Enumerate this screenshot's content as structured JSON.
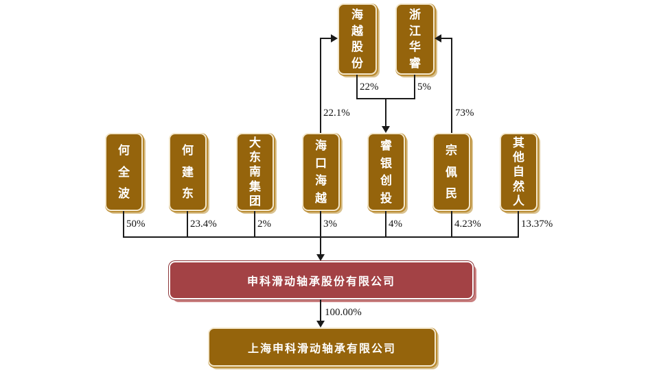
{
  "boxes": {
    "top": [
      {
        "label": "海越股份"
      },
      {
        "label": "浙江华睿"
      }
    ],
    "shareholders": [
      {
        "label": "何全波",
        "percent": "50%"
      },
      {
        "label": "何建东",
        "percent": "23.4%"
      },
      {
        "label": "大东南集团",
        "percent": "2%"
      },
      {
        "label": "海口海越",
        "percent": "3%"
      },
      {
        "label": "睿银创投",
        "percent": "4%"
      },
      {
        "label": "宗佩民",
        "percent": "4.23%"
      },
      {
        "label": "其他自然人",
        "percent": "13.37%"
      }
    ],
    "parent": {
      "label": "申科滑动轴承股份有限公司"
    },
    "subsidiary": {
      "label": "上海申科滑动轴承有限公司"
    }
  },
  "edges": {
    "haiyue_in_ruiyin": "22%",
    "zhejiang_in_ruiyin": "5%",
    "haikou_in_haiyue": "22.1%",
    "zong_in_zhejiang": "73%",
    "parent_in_subsidiary": "100.00%"
  },
  "colors": {
    "box_brown": "#95640C",
    "box_shadow_tan": "#D9C18E",
    "box_red": "#A34245",
    "box_shadow_pink": "#C98080",
    "line": "#1a1a1a",
    "text_on_box": "#ffffff",
    "label_text": "#111111"
  }
}
